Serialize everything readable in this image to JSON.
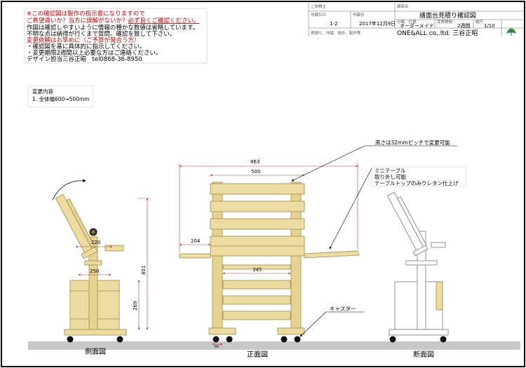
{
  "notice": {
    "lines": [
      {
        "text": "※この確認図は製作の指示書になりますので",
        "color": "#cc0000"
      },
      {
        "text": "ご希望違いか？当方に誤解がないか？",
        "color": "#cc0000",
        "emphasis": "必ず良くご確認ください。"
      },
      {
        "text": "作図は確認しやすいように情報の種かな数値は省略しています。",
        "color": "#000000"
      },
      {
        "text": "不明な点は納得が行くまで質問、確認を致して下さい。",
        "color": "#000000"
      },
      {
        "text": "変更依頼はお早めに（ご予算が発合う方）",
        "color": "#cc0000"
      },
      {
        "text": "・確認図を基に具体的に指示してください。",
        "color": "#000000"
      },
      {
        "text": "・変更期限2週間以上必要な方はご連絡ください。",
        "color": "#000000"
      },
      {
        "text": "デザイン担当三谷正昭　tel0868-36-8950",
        "color": "#000000"
      }
    ]
  },
  "title_block": {
    "customer_label": "ご依頼主",
    "drawing_name_label": "図面名",
    "drawing_name": "譜面台見積り確認図",
    "number_label": "作図ＮＯ",
    "number": "1-2",
    "date_label": "作図日",
    "date": "2017年12月9日",
    "category_label": "分類、仕様",
    "category": "オーダーメイド",
    "period_label": "変更期間",
    "period": "2週間",
    "scale_label": "縮尺",
    "scale": "1/10",
    "footer_note": "見積り、作図、設計、製作等",
    "company": "ONE&ALL co,.ltd.  三谷正昭"
  },
  "change_note": {
    "heading": "変更内容",
    "item": "1. 全体幅600→500mm"
  },
  "dimensions": {
    "overall_width": "863",
    "top_width": "500",
    "side_table": "204",
    "bottom_width": "345",
    "caster_offset": "60",
    "side_top": "220",
    "side_mid": "250",
    "side_height": "851",
    "side_base": "269"
  },
  "callouts": {
    "height_note": "高さは32mmピッチで変更可能",
    "mini_table": [
      "ミニテーブル",
      "取り外し可能",
      "テーブルトップのみウレタン仕上げ"
    ],
    "caster": "キャスター"
  },
  "view_labels": {
    "side": "側面図",
    "front": "正面図",
    "section": "断面図"
  },
  "colors": {
    "wood": "#ecdca1",
    "wood_edge": "#9d8a45",
    "dimension": "#b23a2a",
    "notice_red": "#cc0000",
    "floor": "#c8c8c8"
  }
}
